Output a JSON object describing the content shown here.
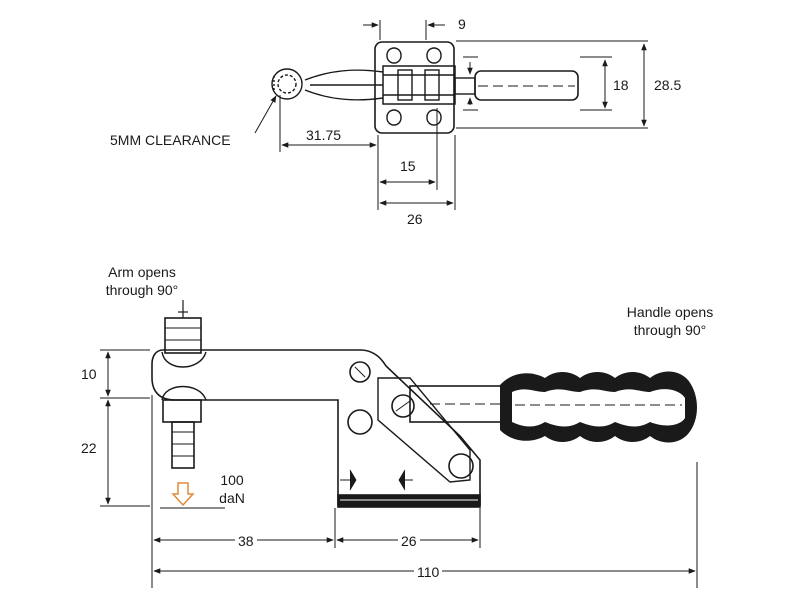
{
  "top_view": {
    "dim_9": "9",
    "dim_18": "18",
    "dim_28_5": "28.5",
    "dim_31_75": "31.75",
    "dim_15": "15",
    "dim_26": "26",
    "clearance_label": "5MM CLEARANCE"
  },
  "side_view": {
    "arm_note": [
      "Arm opens",
      "through 90°"
    ],
    "handle_note": [
      "Handle opens",
      "through 90°"
    ],
    "dim_10": "10",
    "dim_22": "22",
    "dim_38": "38",
    "dim_26": "26",
    "dim_110": "110",
    "force_value": "100",
    "force_unit": "daN"
  },
  "colors": {
    "line": "#1a1a1a",
    "fill_dark": "#1a1a1a",
    "force_arrow": "#e08a3c"
  }
}
